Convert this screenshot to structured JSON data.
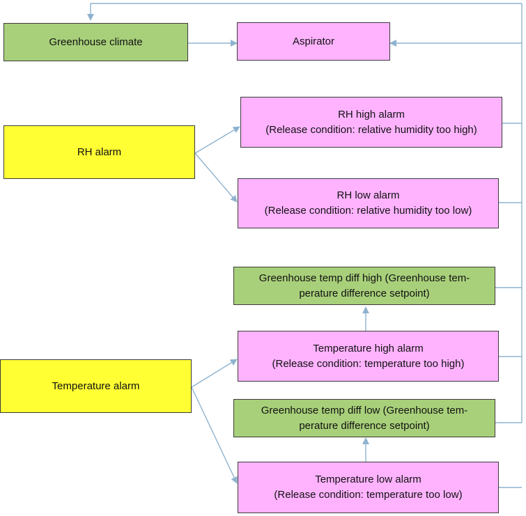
{
  "boxes": {
    "greenhouse_climate": {
      "lines": [
        "Greenhouse climate"
      ],
      "color": "#a8d07a"
    },
    "aspirator": {
      "lines": [
        "Aspirator"
      ],
      "color": "#ffb3ff"
    },
    "rh_alarm": {
      "lines": [
        "RH alarm"
      ],
      "color": "#ffff33"
    },
    "rh_high_alarm": {
      "lines": [
        "RH high alarm",
        "(Release condition: relative humidity too high)"
      ],
      "color": "#ffb3ff"
    },
    "rh_low_alarm": {
      "lines": [
        "RH low alarm",
        "(Release condition: relative humidity too low)"
      ],
      "color": "#ffb3ff"
    },
    "temp_diff_high": {
      "lines": [
        "Greenhouse temp diff high (Greenhouse tem-",
        "perature difference setpoint)"
      ],
      "color": "#a8d07a"
    },
    "temp_high_alarm": {
      "lines": [
        "Temperature high alarm",
        "(Release condition: temperature too high)"
      ],
      "color": "#ffb3ff"
    },
    "temperature_alarm": {
      "lines": [
        "Temperature alarm"
      ],
      "color": "#ffff33"
    },
    "temp_diff_low": {
      "lines": [
        "Greenhouse temp diff low (Greenhouse tem-",
        "perature difference setpoint)"
      ],
      "color": "#a8d07a"
    },
    "temp_low_alarm": {
      "lines": [
        "Temperature low alarm",
        "(Release condition: temperature too low)"
      ],
      "color": "#ffb3ff"
    }
  },
  "connector_color": "#8fb3cf"
}
